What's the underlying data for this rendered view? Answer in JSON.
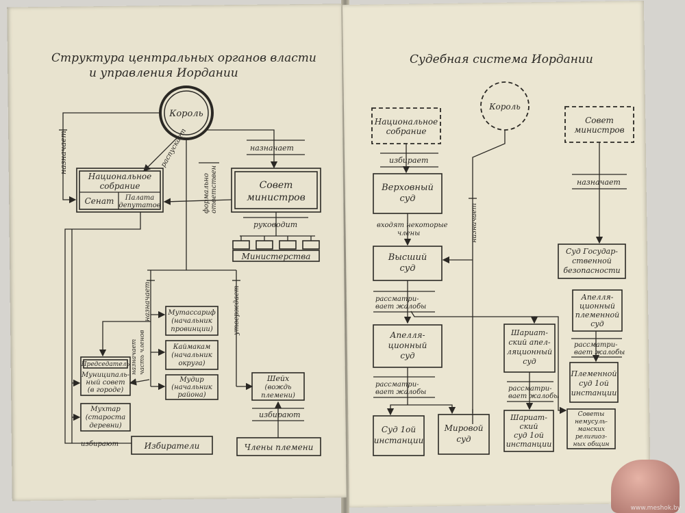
{
  "left": {
    "title_line1": "Структура центральных органов власти",
    "title_line2": "и управления Иордании",
    "king": "Король",
    "assembly_line1": "Национальное",
    "assembly_line2": "собрание",
    "senate": "Сенат",
    "deputies_line1": "Палата",
    "deputies_line2": "депутатов",
    "appoints_left": "назначает",
    "dissolves": "распускает",
    "formally_responsible_line1": "формально",
    "formally_responsible_line2": "ответствен",
    "appoints_top": "назначает",
    "council_line1": "Совет",
    "council_line2": "министров",
    "leads": "руководит",
    "ministries": "Министерства",
    "appoints_mid": "назначает",
    "approves": "утверждает",
    "mutasarrif_line1": "Мутассариф",
    "mutasarrif_line2": "(начальник",
    "mutasarrif_line3": "провинции)",
    "kaymakam_line1": "Каймакам",
    "kaymakam_line2": "(начальник",
    "kaymakam_line3": "округа)",
    "mudir_line1": "Мудир",
    "mudir_line2": "(начальник",
    "mudir_line3": "района)",
    "appoints_council": "назначает",
    "council_members": "часть членов",
    "chairman": "Председатель",
    "municipal_line1": "Муниципаль-",
    "municipal_line2": "ный совет",
    "municipal_line3": "(в городе)",
    "mukhtar_line1": "Мухтар",
    "mukhtar_line2": "(староста",
    "mukhtar_line3": "деревни)",
    "sheikh_line1": "Шейх",
    "sheikh_line2": "(вождь",
    "sheikh_line3": "племени)",
    "elect_tribe": "избирают",
    "tribe_members": "Члены племени",
    "elect_voters": "избирают",
    "voters": "Избиратели"
  },
  "right": {
    "title": "Судебная система Иордании",
    "king": "Король",
    "assembly_line1": "Национальное",
    "assembly_line2": "собрание",
    "council_line1": "Совет",
    "council_line2": "министров",
    "elects": "избирает",
    "supreme_line1": "Верховный",
    "supreme_line2": "суд",
    "include_line1": "входят некоторые",
    "include_line2": "члены",
    "appoints_king": "назначает",
    "appoints_council": "назначает",
    "security_line1": "Суд Государ-",
    "security_line2": "ственной",
    "security_line3": "безопасности",
    "high_line1": "Высший",
    "high_line2": "суд",
    "complaints1_line1": "рассматри-",
    "complaints1_line2": "вает жалобы",
    "appeal_line1": "Апелля-",
    "appeal_line2": "ционный",
    "appeal_line3": "суд",
    "complaints2_line1": "рассматри-",
    "complaints2_line2": "вает жалобы",
    "first_line1": "Суд 1ой",
    "first_line2": "инстанции",
    "peace_line1": "Мировой",
    "peace_line2": "суд",
    "sharia_appeal_line1": "Шариат-",
    "sharia_appeal_line2": "ский апел-",
    "sharia_appeal_line3": "ляционный",
    "sharia_appeal_line4": "суд",
    "complaints3_line1": "рассматри-",
    "complaints3_line2": "вает жалобы",
    "sharia_first_line1": "Шариат-",
    "sharia_first_line2": "ский",
    "sharia_first_line3": "суд 1ой",
    "sharia_first_line4": "инстанции",
    "tribal_appeal_line1": "Апелля-",
    "tribal_appeal_line2": "ционный",
    "tribal_appeal_line3": "племенной",
    "tribal_appeal_line4": "суд",
    "complaints4_line1": "рассматри-",
    "complaints4_line2": "вает жалобы",
    "tribal_first_line1": "Племенной",
    "tribal_first_line2": "суд 1ой",
    "tribal_first_line3": "инстанции",
    "nonmuslim_line1": "Советы",
    "nonmuslim_line2": "немусуль-",
    "nonmuslim_line3": "манских",
    "nonmuslim_line4": "религиоз-",
    "nonmuslim_line5": "ных общин"
  },
  "watermark": "www.meshok.by"
}
